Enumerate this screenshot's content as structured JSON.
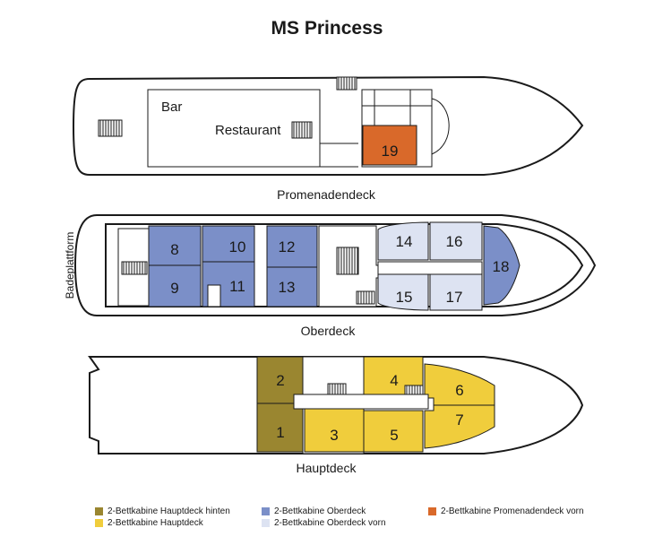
{
  "title": "MS Princess",
  "decks": {
    "promenade": {
      "name": "Promenadendeck",
      "room_bar": "Bar",
      "room_restaurant": "Restaurant"
    },
    "upper": {
      "name": "Oberdeck",
      "side_label": "Badeplattform"
    },
    "main": {
      "name": "Hauptdeck"
    }
  },
  "colors": {
    "hauptdeck_hinten": "#9a8630",
    "hauptdeck": "#f0cd3c",
    "oberdeck": "#7b8fc8",
    "oberdeck_vorn": "#dde3f2",
    "promenadendeck_vorn": "#d9692a"
  },
  "cabins": [
    {
      "num": "19",
      "category": "promenadendeck_vorn"
    },
    {
      "num": "8",
      "category": "oberdeck"
    },
    {
      "num": "9",
      "category": "oberdeck"
    },
    {
      "num": "10",
      "category": "oberdeck"
    },
    {
      "num": "11",
      "category": "oberdeck"
    },
    {
      "num": "12",
      "category": "oberdeck"
    },
    {
      "num": "13",
      "category": "oberdeck"
    },
    {
      "num": "14",
      "category": "oberdeck_vorn"
    },
    {
      "num": "15",
      "category": "oberdeck_vorn"
    },
    {
      "num": "16",
      "category": "oberdeck_vorn"
    },
    {
      "num": "17",
      "category": "oberdeck_vorn"
    },
    {
      "num": "18",
      "category": "oberdeck"
    },
    {
      "num": "1",
      "category": "hauptdeck_hinten"
    },
    {
      "num": "2",
      "category": "hauptdeck_hinten"
    },
    {
      "num": "3",
      "category": "hauptdeck"
    },
    {
      "num": "4",
      "category": "hauptdeck"
    },
    {
      "num": "5",
      "category": "hauptdeck"
    },
    {
      "num": "6",
      "category": "hauptdeck"
    },
    {
      "num": "7",
      "category": "hauptdeck"
    }
  ],
  "legend": [
    {
      "label": "2-Bettkabine Hauptdeck hinten",
      "color": "#9a8630"
    },
    {
      "label": "2-Bettkabine Hauptdeck",
      "color": "#f0cd3c"
    },
    {
      "label": "2-Bettkabine Oberdeck",
      "color": "#7b8fc8"
    },
    {
      "label": "2-Bettkabine Oberdeck vorn",
      "color": "#dde3f2"
    },
    {
      "label": "2-Bettkabine Promenadendeck vorn",
      "color": "#d9692a"
    }
  ]
}
